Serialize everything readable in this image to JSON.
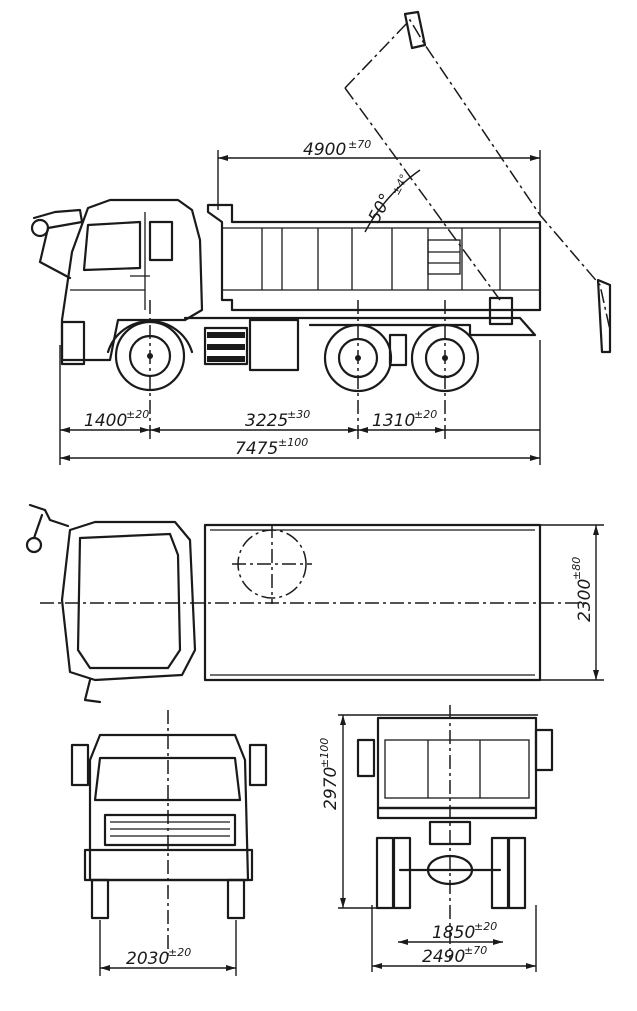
{
  "dimensions": {
    "body_length": {
      "value": "4900",
      "tol": "±70"
    },
    "tilt_angle": {
      "value": "50°",
      "tol": "±4°"
    },
    "front_overhang": {
      "value": "1400",
      "tol": "±20"
    },
    "wheelbase": {
      "value": "3225",
      "tol": "±30"
    },
    "rear_axle_spacing": {
      "value": "1310",
      "tol": "±20"
    },
    "overall_length": {
      "value": "7475",
      "tol": "±100"
    },
    "body_width": {
      "value": "2300",
      "tol": "±80"
    },
    "overall_height": {
      "value": "2970",
      "tol": "±100"
    },
    "front_track": {
      "value": "2030",
      "tol": "±20"
    },
    "rear_track": {
      "value": "1850",
      "tol": "±20"
    },
    "overall_width": {
      "value": "2490",
      "tol": "±70"
    }
  }
}
